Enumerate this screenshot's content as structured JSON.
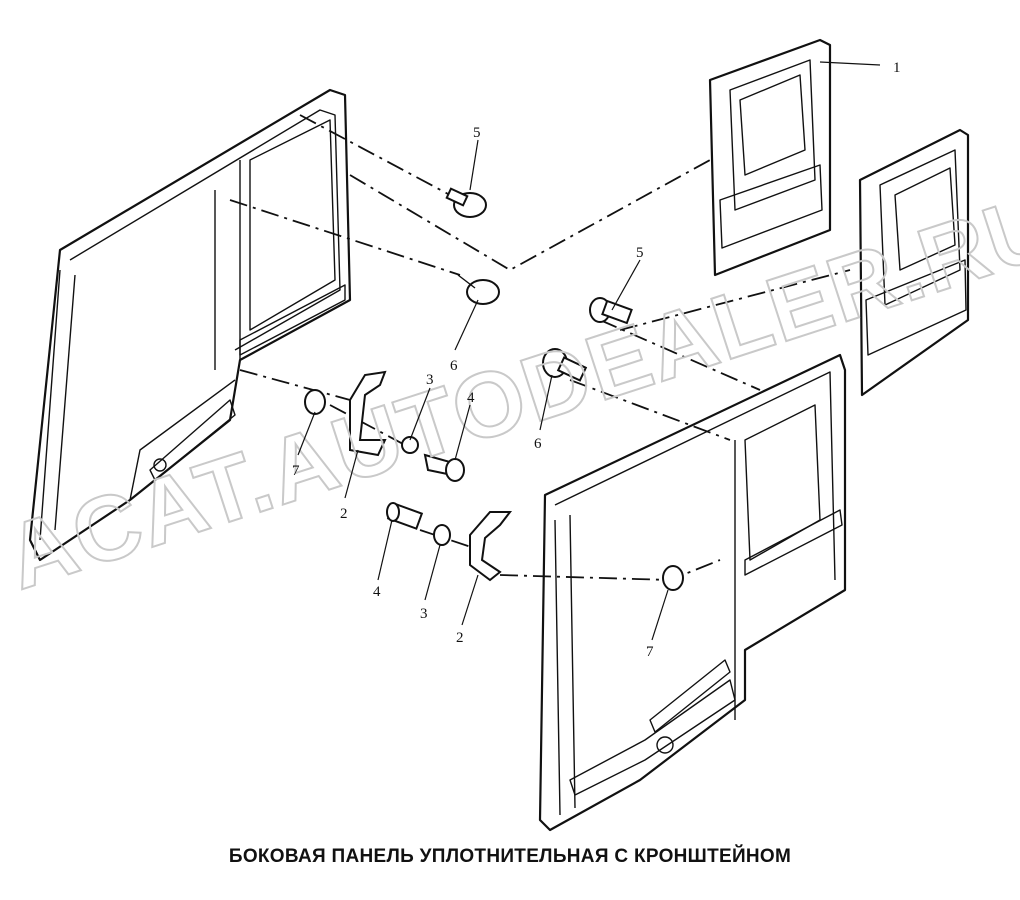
{
  "caption": "БОКОВАЯ ПАНЕЛЬ УПЛОТНИТЕЛЬНАЯ С КРОНШТЕЙНОМ",
  "watermark": "ACAT.AUTODEALER.RU",
  "callouts": {
    "c1": "1",
    "c5a": "5",
    "c6a": "6",
    "c3a": "3",
    "c4a": "4",
    "c7a": "7",
    "c2a": "2",
    "c5b": "5",
    "c6b": "6",
    "c4b": "4",
    "c3b": "3",
    "c2b": "2",
    "c7b": "7"
  }
}
